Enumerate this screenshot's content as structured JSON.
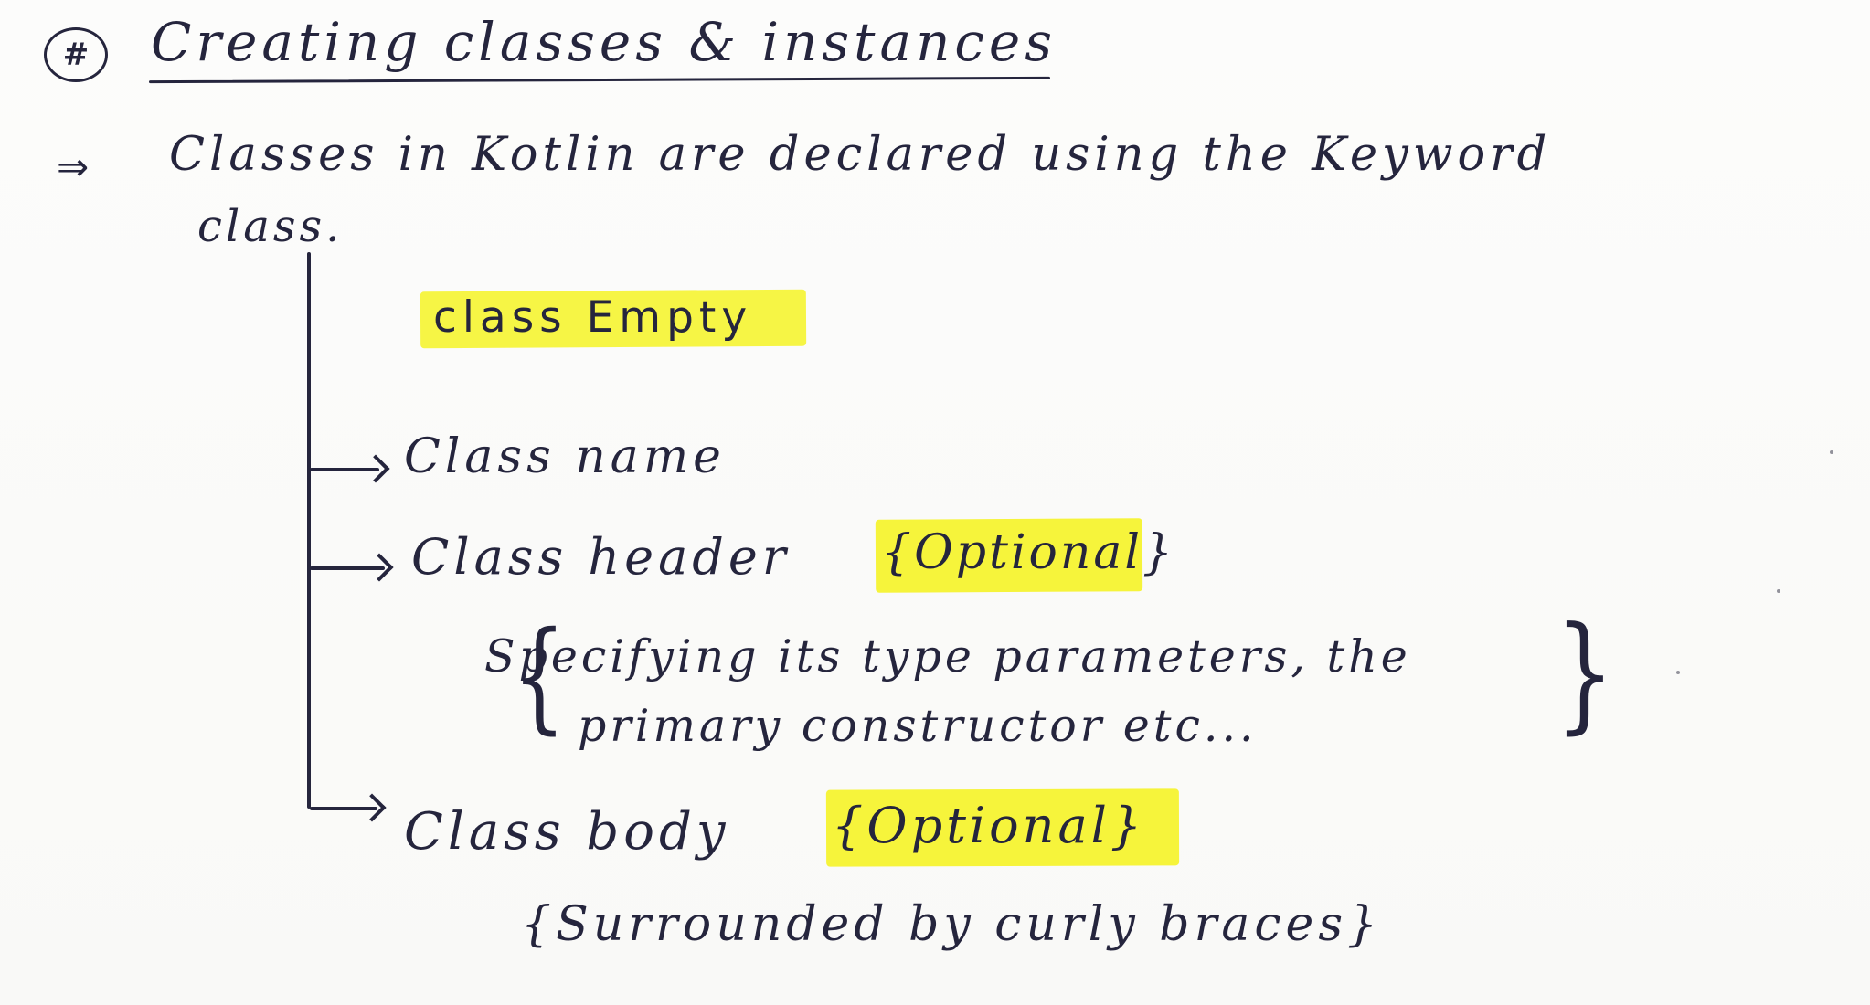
{
  "note": {
    "title": "Creating classes & instances",
    "bullet_symbol": "#",
    "intro": {
      "arrow": "⇒",
      "line_1": "Classes in Kotlin are declared using the Keyword",
      "line_2": "class."
    },
    "code_example": "class Empty",
    "components": [
      {
        "label": "Class name"
      },
      {
        "label": "Class header",
        "optional": "{Optional}",
        "detail_line_1": "Specifying its type parameters, the",
        "detail_line_2": "primary constructor etc..."
      },
      {
        "label": "Class body",
        "optional": "{Optional}",
        "detail": "{Surrounded by curly braces}"
      }
    ],
    "highlight_color": "#f6f43b",
    "ink_color": "#25253d"
  }
}
